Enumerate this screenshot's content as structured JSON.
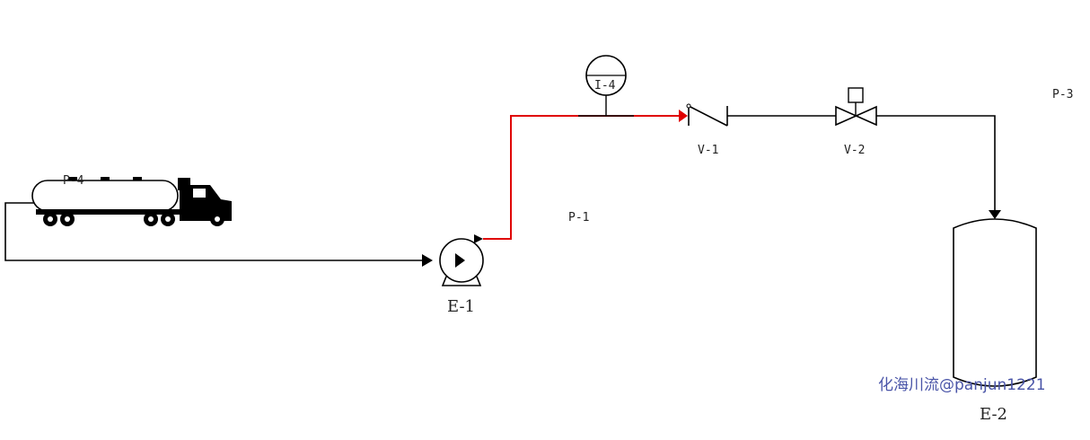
{
  "colors": {
    "line": "#000000",
    "highlight": "#e00000",
    "watermark": "#4a55a8"
  },
  "labels": {
    "tanker": "P-4",
    "pump": "E-1",
    "discharge_line": "P-1",
    "indicator": "I-4",
    "check_valve": "V-1",
    "control_valve": "V-2",
    "outlet_line": "P-3",
    "vessel": "E-2"
  },
  "watermark": "化海川流@panjun1221",
  "icons": {
    "tanker": "tanker-truck-icon",
    "pump": "centrifugal-pump-icon",
    "indicator": "instrument-bubble-icon",
    "check_valve": "check-valve-icon",
    "control_valve": "control-valve-icon",
    "vessel": "vertical-vessel-icon"
  }
}
